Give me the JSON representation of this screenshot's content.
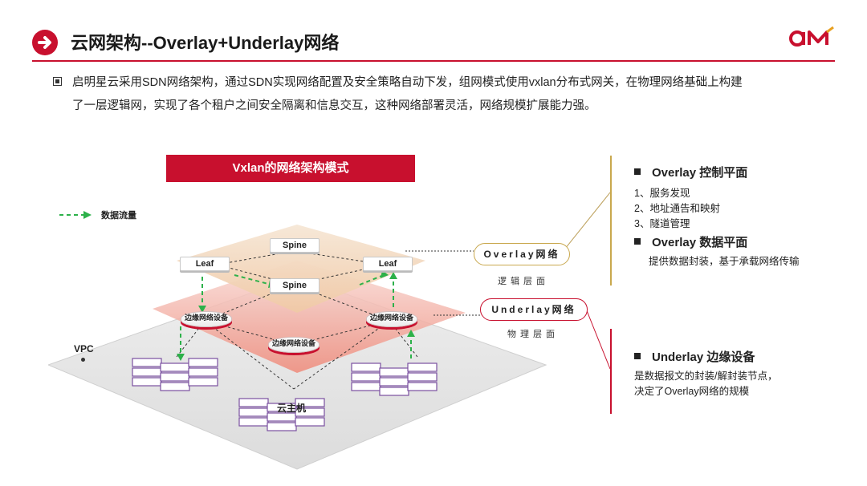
{
  "header": {
    "title_prefix": "云网架构--",
    "title_main": "Overlay+Underlay网络",
    "logo_text": "aM",
    "accent_color": "#c8102e"
  },
  "intro": {
    "line1": "启明星云采用SDN网络架构，通过SDN实现网络配置及安全策略自动下发，组网模式使用vxlan分布式网关，在物理网络基础上构建",
    "line2": "了一层逻辑网，实现了各个租户之间安全隔离和信息交互，这种网络部署灵活，网络规模扩展能力强。"
  },
  "diagram": {
    "title": "Vxlan的网络架构模式",
    "legend": "数据流量",
    "nodes": {
      "spine_top": "Spine",
      "spine_mid": "Spine",
      "leaf_left": "Leaf",
      "leaf_right": "Leaf",
      "edge_left": "边缘网络设备",
      "edge_right": "边缘网络设备",
      "edge_center": "边缘网络设备"
    },
    "vpc": "VPC",
    "cloud_host": "云主机",
    "overlay_pill": "Overlay网络",
    "overlay_sub": "逻辑层面",
    "underlay_pill": "Underlay网络",
    "underlay_sub": "物理层面",
    "flow_color": "#2db14a"
  },
  "right_panel": {
    "overlay_control": {
      "title": "Overlay 控制平面",
      "items": [
        "1、服务发现",
        "2、地址通告和映射",
        "3、隧道管理"
      ]
    },
    "overlay_data": {
      "title": "Overlay 数据平面",
      "desc": "提供数据封装，基于承载网络传输"
    },
    "underlay_edge": {
      "title": "Underlay 边缘设备",
      "desc1": "是数据报文的封装/解封装节点，",
      "desc2": "决定了Overlay网络的规模"
    }
  }
}
